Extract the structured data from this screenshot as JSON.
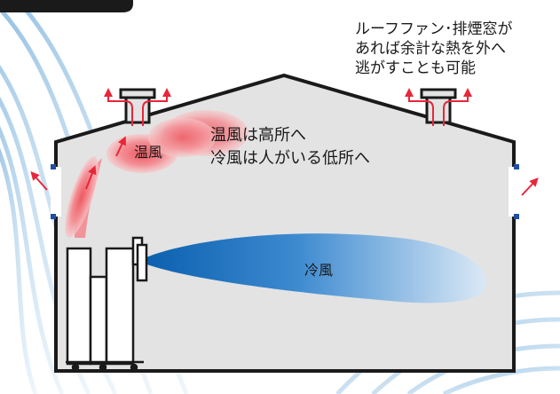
{
  "labels": {
    "roof_note_line1": "ルーフファン･排煙窓が",
    "roof_note_line2": "あれば余計な熱を外へ",
    "roof_note_line3": "逃がすことも可能",
    "hot_air": "温風",
    "flow_line1": "温風は高所へ",
    "flow_line2": "冷風は人がいる低所へ",
    "cold_air": "冷風"
  },
  "colors": {
    "hot_air": "#e8343d",
    "cold_air": "#0a5fae",
    "building_fill": "#e3e3e3",
    "outline": "#1a1a1a",
    "window": "#1e4fa3",
    "arrow": "#e8263a"
  },
  "icons": [
    "roof-fan-icon",
    "air-conditioner-unit-icon",
    "window-icon",
    "arrow-icon"
  ]
}
